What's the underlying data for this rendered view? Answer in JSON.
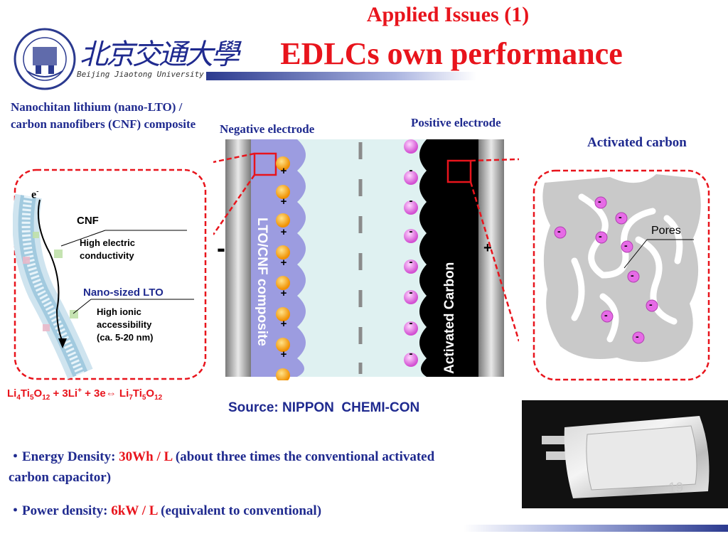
{
  "header": {
    "title_line1": "Applied Issues (1)",
    "title_line2": "EDLCs own performance",
    "university_en": "Beijing Jiaotong University",
    "university_cn": "北京交通大學"
  },
  "left_panel": {
    "description": "Nanochitan lithium (nano-LTO) / carbon nanofibers (CNF) composite",
    "electron": "e",
    "electron_sup": "-",
    "cnf_label": "CNF",
    "cnf_note_line1": "High electric",
    "cnf_note_line2": "conductivity",
    "lto_label": "Nano-sized LTO",
    "lto_note_line1": "High ionic",
    "lto_note_line2": "accessibility",
    "lto_note_line3": "(ca. 5-20 nm)"
  },
  "equation": {
    "p1": "Li",
    "s1": "4",
    "p2": "Ti",
    "s2": "5",
    "p3": "O",
    "s3": "12",
    "p4": " + 3Li",
    "sup1": "+",
    "p5": " + 3e⇔ Li",
    "s4": "7",
    "p6": "Ti",
    "s5": "5",
    "p7": "O",
    "s6": "12"
  },
  "cell_diagram": {
    "negative_label": "Negative electrode",
    "positive_label": "Positive electrode",
    "left_vertical_text": "LTO/CNF composite",
    "right_vertical_text": "Activated Carbon",
    "minus_terminal": "-",
    "plus_terminal": "+",
    "plus_charge": "+",
    "minus_charge": "-"
  },
  "right_panel": {
    "title": "Activated carbon",
    "pores_label": "Pores",
    "minus_charge": "-"
  },
  "source": "Source: NIPPON  CHEMI-CON",
  "bullets": {
    "energy_prefix": "・Energy Density: ",
    "energy_value": "30Wh / L",
    "energy_suffix": " (about three times the conventional activated  carbon capacitor)",
    "power_prefix": "・Power density: ",
    "power_value": "6kW / L",
    "power_suffix": " (equivalent to conventional)"
  },
  "page_number": "19",
  "colors": {
    "accent_red": "#e8141c",
    "text_blue": "#1f2a8f",
    "lto_purple": "#9c9ce0",
    "ion_orange": "#f5a000",
    "ion_magenta": "#e66be6",
    "electrolyte": "#dff1f1"
  }
}
